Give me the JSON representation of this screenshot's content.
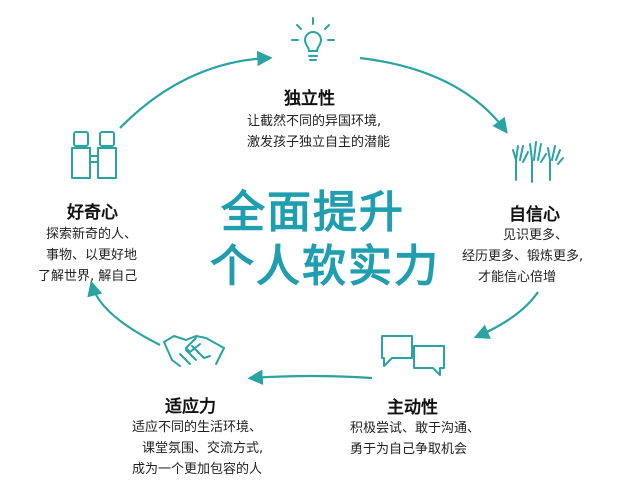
{
  "center": {
    "line1": "全面提升",
    "line2": "个人软实力"
  },
  "colors": {
    "accent": "#1f9eb0",
    "ring": "#2aa3a3",
    "text": "#111111"
  },
  "nodes": {
    "independence": {
      "title": "独立性",
      "desc": [
        "让截然不同的异国环境,",
        "激发孩子独立自主的潜能"
      ],
      "icon": "lightbulb-icon"
    },
    "confidence": {
      "title": "自信心",
      "desc": [
        "见识更多、",
        "经历更多、锻炼更多,",
        "才能信心倍增"
      ],
      "icon": "raised-hands-icon"
    },
    "initiative": {
      "title": "主动性",
      "desc": [
        "积极尝试、敢于沟通、",
        "勇于为自己争取机会"
      ],
      "icon": "chat-bubbles-icon"
    },
    "adaptability": {
      "title": "适应力",
      "desc": [
        "适应不同的生活环境、",
        "课堂氛围、交流方式,",
        "成为一个更加包容的人"
      ],
      "icon": "handshake-icon"
    },
    "curiosity": {
      "title": "好奇心",
      "desc": [
        "探索新奇的人、",
        "事物、以更好地",
        "了解世界, 解自己"
      ],
      "icon": "binoculars-icon"
    }
  }
}
